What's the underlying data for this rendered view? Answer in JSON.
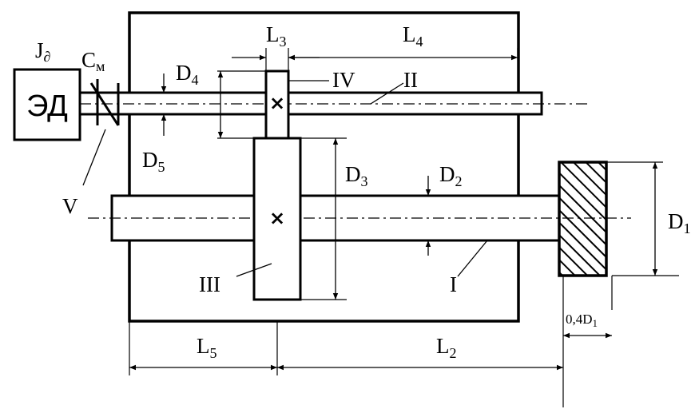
{
  "motor": {
    "label": "ЭД"
  },
  "labels": {
    "J": "J",
    "J_sub": "∂",
    "C": "С",
    "C_sub": "м",
    "V": "V",
    "IV": "IV",
    "II": "II",
    "III": "III",
    "I": "I",
    "L3": "L",
    "L3_sub": "3",
    "L4": "L",
    "L4_sub": "4",
    "L5": "L",
    "L5_sub": "5",
    "L2": "L",
    "L2_sub": "2",
    "D1": "D",
    "D1_sub": "1",
    "D2": "D",
    "D2_sub": "2",
    "D3": "D",
    "D3_sub": "3",
    "D4": "D",
    "D4_sub": "4",
    "D5": "D",
    "D5_sub": "5",
    "flywheel_gap": "0,4D",
    "flywheel_gap_sub": "1"
  }
}
